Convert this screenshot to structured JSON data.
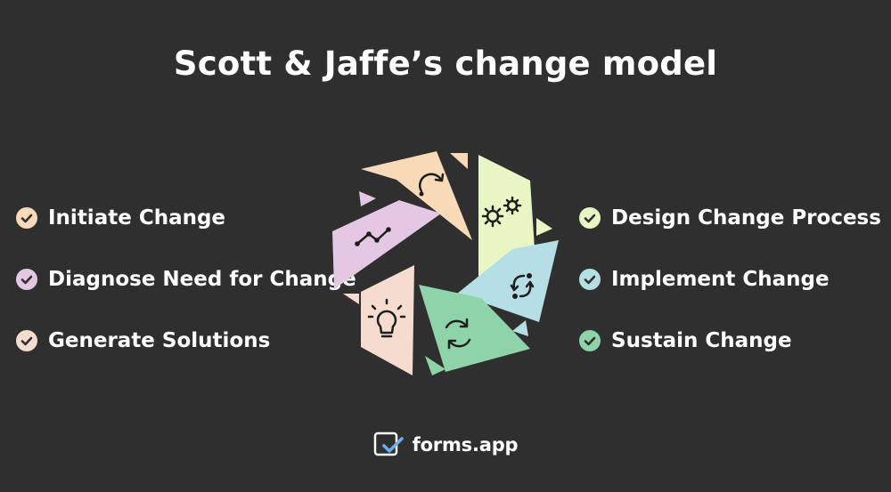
{
  "title": "Scott & Jaffe’s change model",
  "left_items": [
    {
      "label": "Initiate Change",
      "color": "#f8d9b8"
    },
    {
      "label": "Diagnose Need for Change",
      "color": "#e4c8e3"
    },
    {
      "label": "Generate Solutions",
      "color": "#f6dcd0"
    }
  ],
  "right_items": [
    {
      "label": "Design Change Process",
      "color": "#e8f6c6"
    },
    {
      "label": "Implement Change",
      "color": "#b5dfe4"
    },
    {
      "label": "Sustain Change",
      "color": "#8ed3a9"
    }
  ],
  "segments": [
    {
      "name": "initiate",
      "color": "#f8d9b8",
      "icon": "redo-arrow-icon"
    },
    {
      "name": "design",
      "color": "#e8f6c6",
      "icon": "gears-icon"
    },
    {
      "name": "implement",
      "color": "#b5dfe4",
      "icon": "workflow-arrows-icon"
    },
    {
      "name": "sustain",
      "color": "#8ed3a9",
      "icon": "refresh-icon"
    },
    {
      "name": "generate",
      "color": "#f6dcd0",
      "icon": "lightbulb-icon"
    },
    {
      "name": "diagnose",
      "color": "#e4c8e3",
      "icon": "line-graph-icon"
    }
  ],
  "brand": {
    "name": "forms.app",
    "icon": "forms-app-logo-icon"
  }
}
